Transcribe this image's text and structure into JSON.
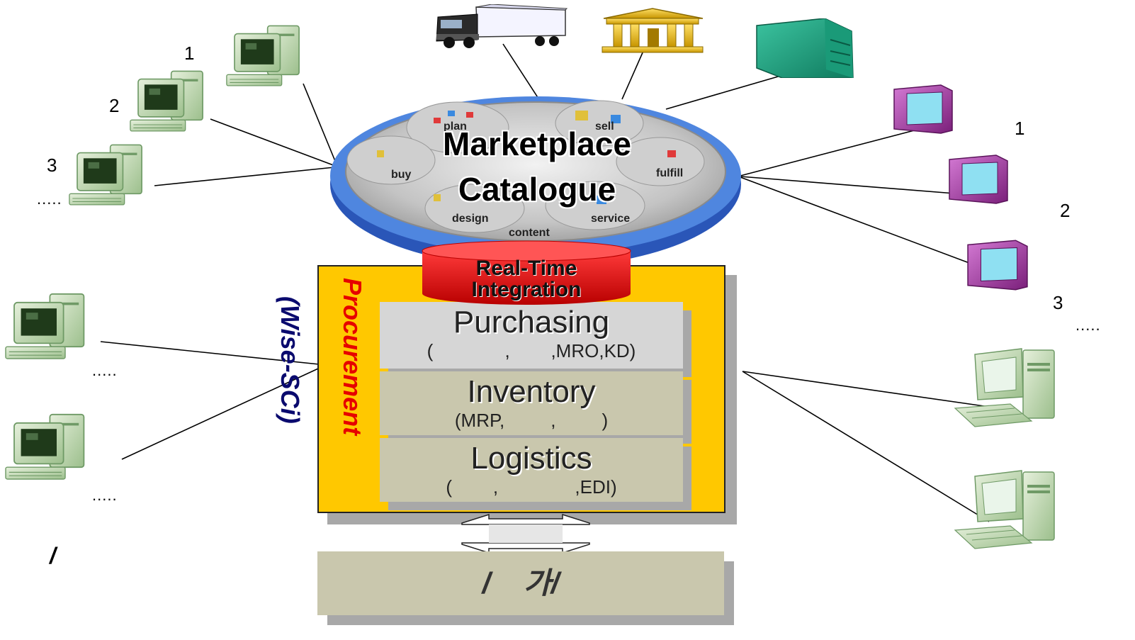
{
  "left_clients": {
    "top_labels": [
      "1",
      "2",
      "3"
    ],
    "top_ellipsis": ".....",
    "bottom_ellipsis_1": ".....",
    "bottom_ellipsis_2": ".....",
    "slash_label": "/"
  },
  "right_clients": {
    "labels": [
      "1",
      "2",
      "3"
    ],
    "ellipsis": "....."
  },
  "marketplace": {
    "title_line1": "Marketplace",
    "title_line2": "Catalogue",
    "segments": [
      "plan",
      "sell",
      "fulfill",
      "service",
      "content",
      "design",
      "buy"
    ]
  },
  "integration": {
    "line1": "Real-Time",
    "line2": "Integration"
  },
  "procurement": {
    "vertical_red": "Procurement",
    "vertical_blue": "(Wise-SCi)",
    "layers": [
      {
        "title": "Purchasing",
        "subtitle": "(              ,        ,MRO,KD)"
      },
      {
        "title": "Inventory",
        "subtitle": "(MRP,         ,         )"
      },
      {
        "title": "Logistics",
        "subtitle": "(        ,               ,EDI)"
      }
    ]
  },
  "bottom_system": {
    "label": "/    가/"
  },
  "colors": {
    "procurement_bg": "#ffc800",
    "integration_red": "#e81212",
    "layer_gray": "#c9c7ad",
    "purchasing_gray": "#d6d6d6",
    "ellipse_blue": "#3a6fd0",
    "ellipse_gray": "#bdbdbd",
    "vertical_red": "#e60000",
    "vertical_blue": "#0a0a6e"
  }
}
